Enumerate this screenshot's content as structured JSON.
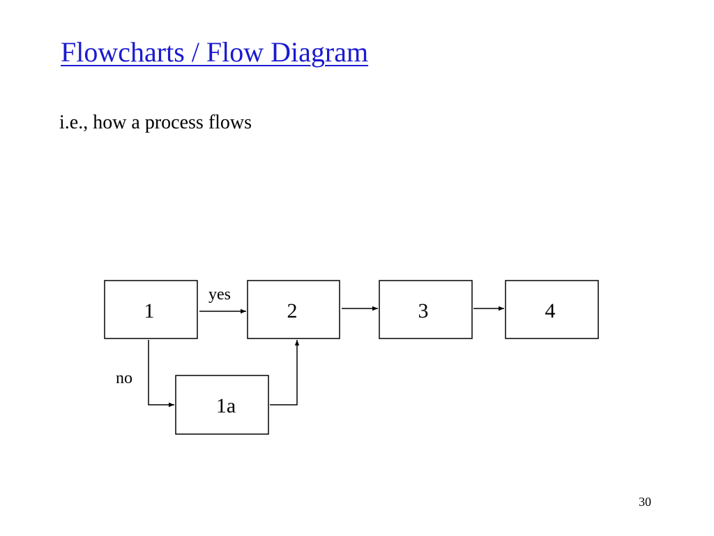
{
  "slide": {
    "title": "Flowcharts / Flow Diagram",
    "subtitle": "i.e., how a process flows",
    "page_number": "30"
  },
  "diagram": {
    "nodes": {
      "n1": "1",
      "n2": "2",
      "n3": "3",
      "n4": "4",
      "n1a": "1a"
    },
    "edge_labels": {
      "yes": "yes",
      "no": "no"
    }
  },
  "colors": {
    "title": "#1a1ad0",
    "stroke": "#000000",
    "background": "#ffffff"
  }
}
